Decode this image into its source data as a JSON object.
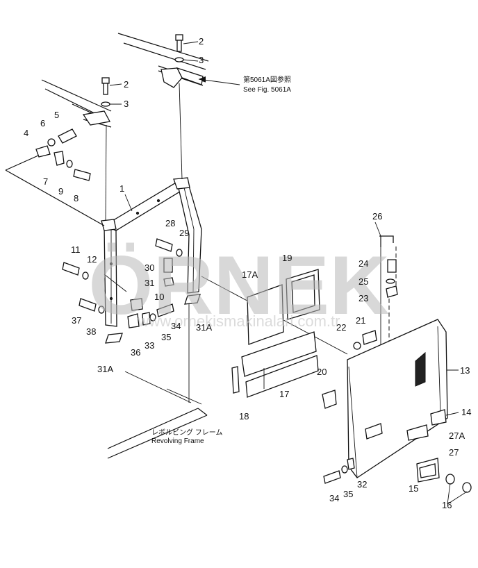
{
  "watermark": {
    "brand": "ÖRNEK",
    "url": "www.ornekismakinalari.com.tr",
    "color": "#b9b9b9"
  },
  "notes": {
    "fig_ref_jp": "第5061A図参照",
    "fig_ref_en": "See Fig. 5061A",
    "frame_jp": "レボルビング フレーム",
    "frame_en": "Revolving Frame"
  },
  "callouts": {
    "p1": "1",
    "p2a": "2",
    "p2b": "2",
    "p3a": "3",
    "p3b": "3",
    "p4": "4",
    "p5": "5",
    "p6": "6",
    "p7": "7",
    "p8": "8",
    "p9": "9",
    "p10": "10",
    "p11": "11",
    "p12": "12",
    "p13": "13",
    "p14": "14",
    "p15": "15",
    "p16": "16",
    "p17": "17",
    "p17a": "17A",
    "p18": "18",
    "p19": "19",
    "p20": "20",
    "p21": "21",
    "p22": "22",
    "p23": "23",
    "p24": "24",
    "p25": "25",
    "p26": "26",
    "p27": "27",
    "p27a": "27A",
    "p28": "28",
    "p29": "29",
    "p30": "30",
    "p31": "31",
    "p31a_left": "31A",
    "p31a_right": "31A",
    "p32": "32",
    "p33": "33",
    "p34a": "34",
    "p34b": "34",
    "p35a": "35",
    "p35b": "35",
    "p36": "36",
    "p37": "37",
    "p38": "38"
  }
}
